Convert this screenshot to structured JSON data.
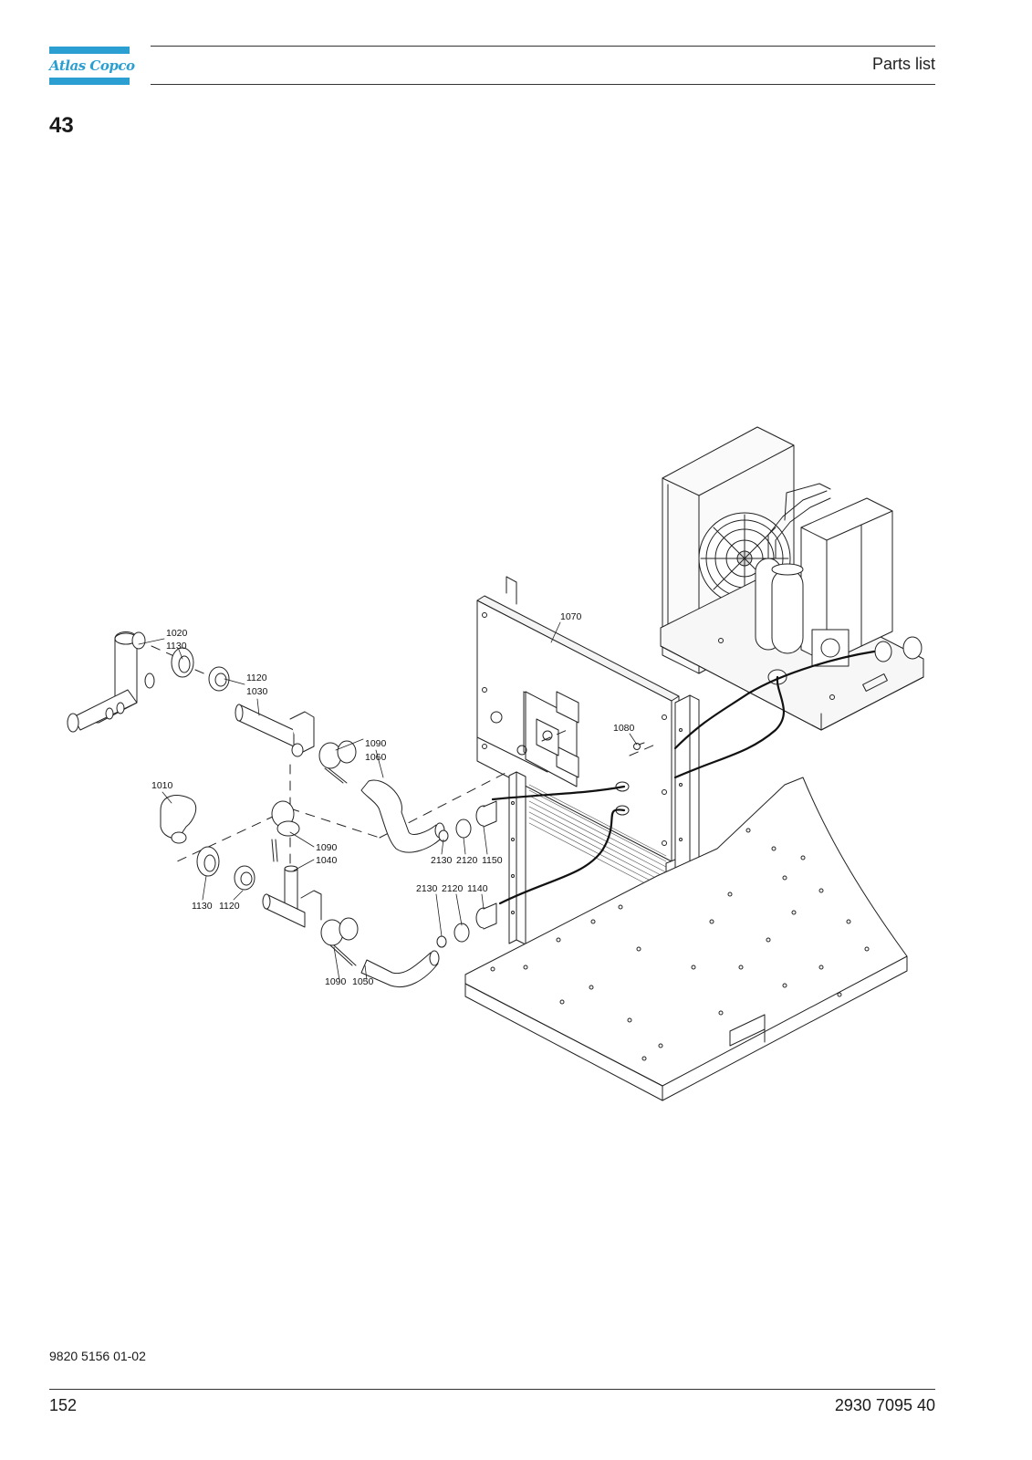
{
  "header": {
    "brand": "Atlas Copco",
    "title": "Parts list"
  },
  "chapter_number": "43",
  "diagram": {
    "callouts": [
      {
        "id": "c1020",
        "text": "1020"
      },
      {
        "id": "c1130a",
        "text": "1130"
      },
      {
        "id": "c1120a",
        "text": "1120"
      },
      {
        "id": "c1030",
        "text": "1030"
      },
      {
        "id": "c1070",
        "text": "1070"
      },
      {
        "id": "c1080",
        "text": "1080"
      },
      {
        "id": "c1090a",
        "text": "1090"
      },
      {
        "id": "c1060",
        "text": "1060"
      },
      {
        "id": "c1010",
        "text": "1010"
      },
      {
        "id": "c1090b",
        "text": "1090"
      },
      {
        "id": "c1040",
        "text": "1040"
      },
      {
        "id": "c2130a",
        "text": "2130"
      },
      {
        "id": "c2120a",
        "text": "2120"
      },
      {
        "id": "c1150",
        "text": "1150"
      },
      {
        "id": "c2130b",
        "text": "2130"
      },
      {
        "id": "c2120b",
        "text": "2120"
      },
      {
        "id": "c1140",
        "text": "1140"
      },
      {
        "id": "c1130b",
        "text": "1130"
      },
      {
        "id": "c1120b",
        "text": "1120"
      },
      {
        "id": "c1090c",
        "text": "1090"
      },
      {
        "id": "c1050",
        "text": "1050"
      }
    ]
  },
  "footer": {
    "code": "9820 5156 01-02",
    "page_number": "152",
    "document_number": "2930 7095 40"
  }
}
